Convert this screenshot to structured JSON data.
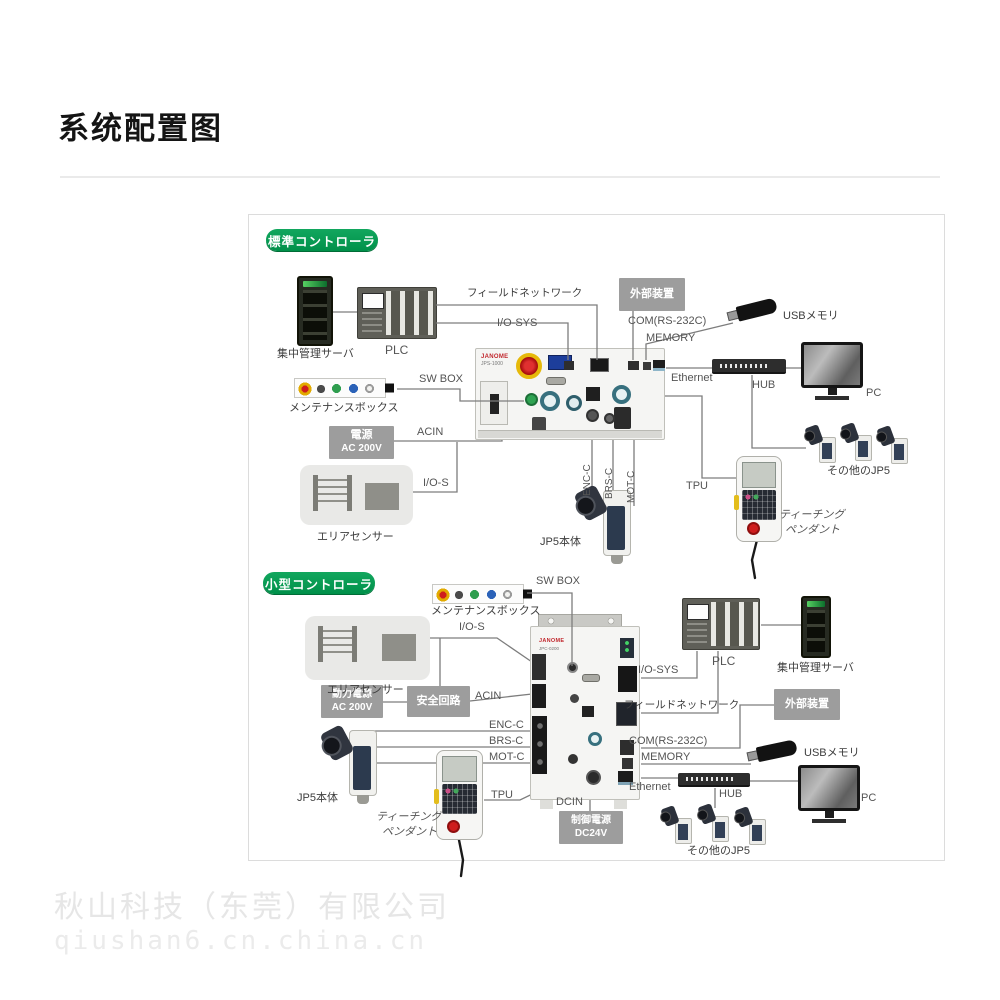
{
  "page": {
    "title": "系统配置图",
    "watermark": {
      "company": "秋山科技（东莞）有限公司",
      "url": "qiushan6.cn.china.cn"
    }
  },
  "standard": {
    "badge": "標準コントローラ",
    "server": "集中管理サーバ",
    "plc": "PLC",
    "field_network": "フィールドネットワーク",
    "io_sys": "I/O-SYS",
    "external_device": "外部装置",
    "com": "COM(RS-232C)",
    "memory": "MEMORY",
    "usb": "USBメモリ",
    "ethernet": "Ethernet",
    "hub": "HUB",
    "pc": "PC",
    "sw_box": "SW BOX",
    "maintenance_box": "メンテナンスボックス",
    "power_line1": "電源",
    "power_line2": "AC 200V",
    "acin": "ACIN",
    "io_s": "I/O-S",
    "area_sensor": "エリアセンサー",
    "enc": "ENC-C",
    "brs": "BRS-C",
    "mot": "MOT-C",
    "robot": "JP5本体",
    "tpu": "TPU",
    "pendant_line1": "ティーチング",
    "pendant_line2": "ペンダント",
    "other_robots": "その他のJP5",
    "brand": "JANOME",
    "model": "JPS-1000"
  },
  "compact": {
    "badge": "小型コントローラ",
    "server": "集中管理サーバ",
    "plc": "PLC",
    "field_network": "フィールドネットワーク",
    "io_sys": "I/O-SYS",
    "external_device": "外部装置",
    "com": "COM(RS-232C)",
    "memory": "MEMORY",
    "usb": "USBメモリ",
    "ethernet": "Ethernet",
    "hub": "HUB",
    "pc": "PC",
    "sw_box": "SW BOX",
    "maintenance_box": "メンテナンスボックス",
    "motive_power_line1": "動力電源",
    "motive_power_line2": "AC 200V",
    "safety_circuit": "安全回路",
    "acin": "ACIN",
    "dcin": "DCIN",
    "control_power_line1": "制御電源",
    "control_power_line2": "DC24V",
    "io_s": "I/O-S",
    "area_sensor": "エリアセンサー",
    "enc": "ENC-C",
    "brs": "BRS-C",
    "mot": "MOT-C",
    "robot": "JP5本体",
    "tpu": "TPU",
    "pendant_line1": "ティーチング",
    "pendant_line2": "ペンダント",
    "other_robots": "その他のJP5",
    "brand": "JANOME",
    "model": "JPC-0200"
  }
}
